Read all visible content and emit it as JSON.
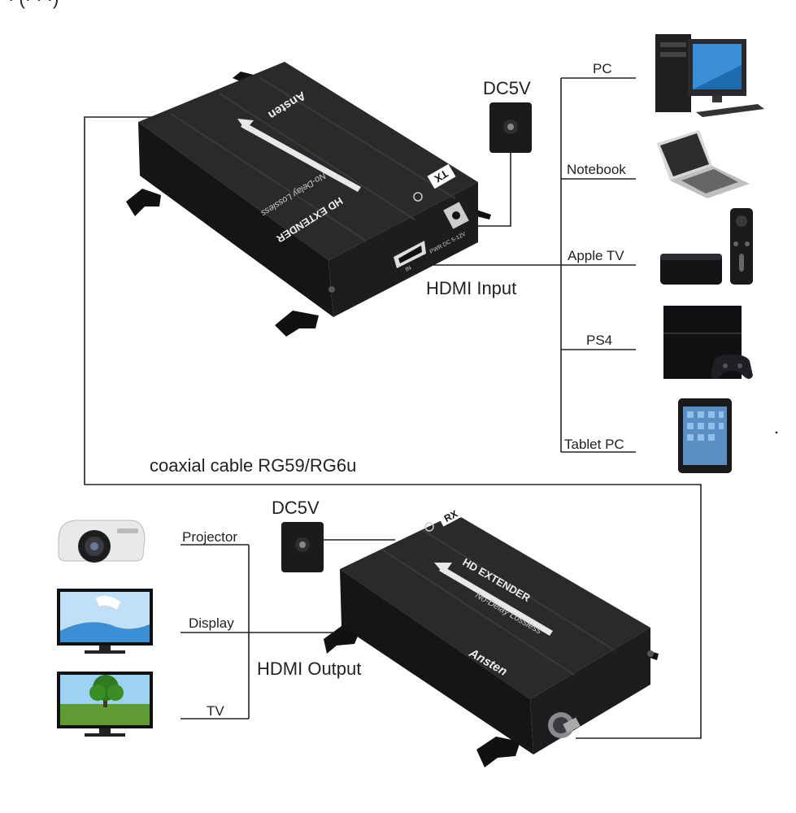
{
  "header_fragment": "· (· · ·)",
  "transmitter": {
    "power_label": "DC5V",
    "brand": "Ansten",
    "product": "HD EXTENDER",
    "tagline": "No-Delay Lossless",
    "mode_tag": "TX",
    "port_in": "IN",
    "port_pwr": "PWR DC 5-12V",
    "input_caption": "HDMI Input",
    "sources": [
      "PC",
      "Notebook",
      "Apple TV",
      "PS4",
      "Tablet PC"
    ]
  },
  "cable_label": "coaxial cable RG59/RG6u",
  "receiver": {
    "power_label": "DC5V",
    "brand": "Ansten",
    "product": "HD EXTENDER",
    "tagline": "No-Delay Lossless",
    "mode_tag": "RX",
    "output_caption": "HDMI Output",
    "displays": [
      "Projector",
      "Display",
      "TV"
    ]
  },
  "colors": {
    "device": "#1b1b1d",
    "line": "#222222",
    "text": "#222222",
    "monitor_blue": "#3b8fd6",
    "grass": "#5e9b34"
  }
}
